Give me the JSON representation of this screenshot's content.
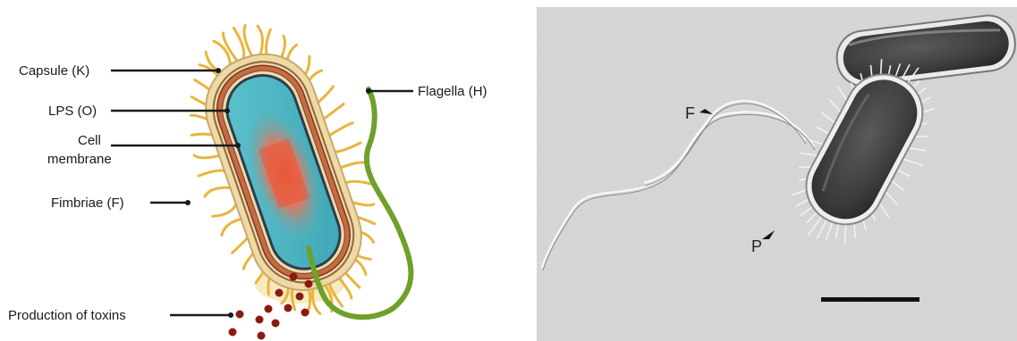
{
  "diagram": {
    "labels": {
      "capsule": "Capsule (K)",
      "lps": "LPS (O)",
      "cell_membrane_line1": "Cell",
      "cell_membrane_line2": "membrane",
      "fimbriae": "Fimbriae (F)",
      "flagella": "Flagella (H)",
      "toxins": "Production of toxins"
    },
    "colors": {
      "fimbriae": "#e8b53c",
      "capsule": "#efd9a6",
      "lps": "#c96a45",
      "cytoplasm": "#4fb7c3",
      "nucleoid": "#e8553a",
      "flagellum": "#6ea12a",
      "toxins": "#8b1a14",
      "leader_line": "#1a1a1a"
    }
  },
  "micrograph": {
    "labels": {
      "flagellum_marker": "F",
      "pilus_marker": "P"
    },
    "background_color": "#d9d9d9"
  }
}
